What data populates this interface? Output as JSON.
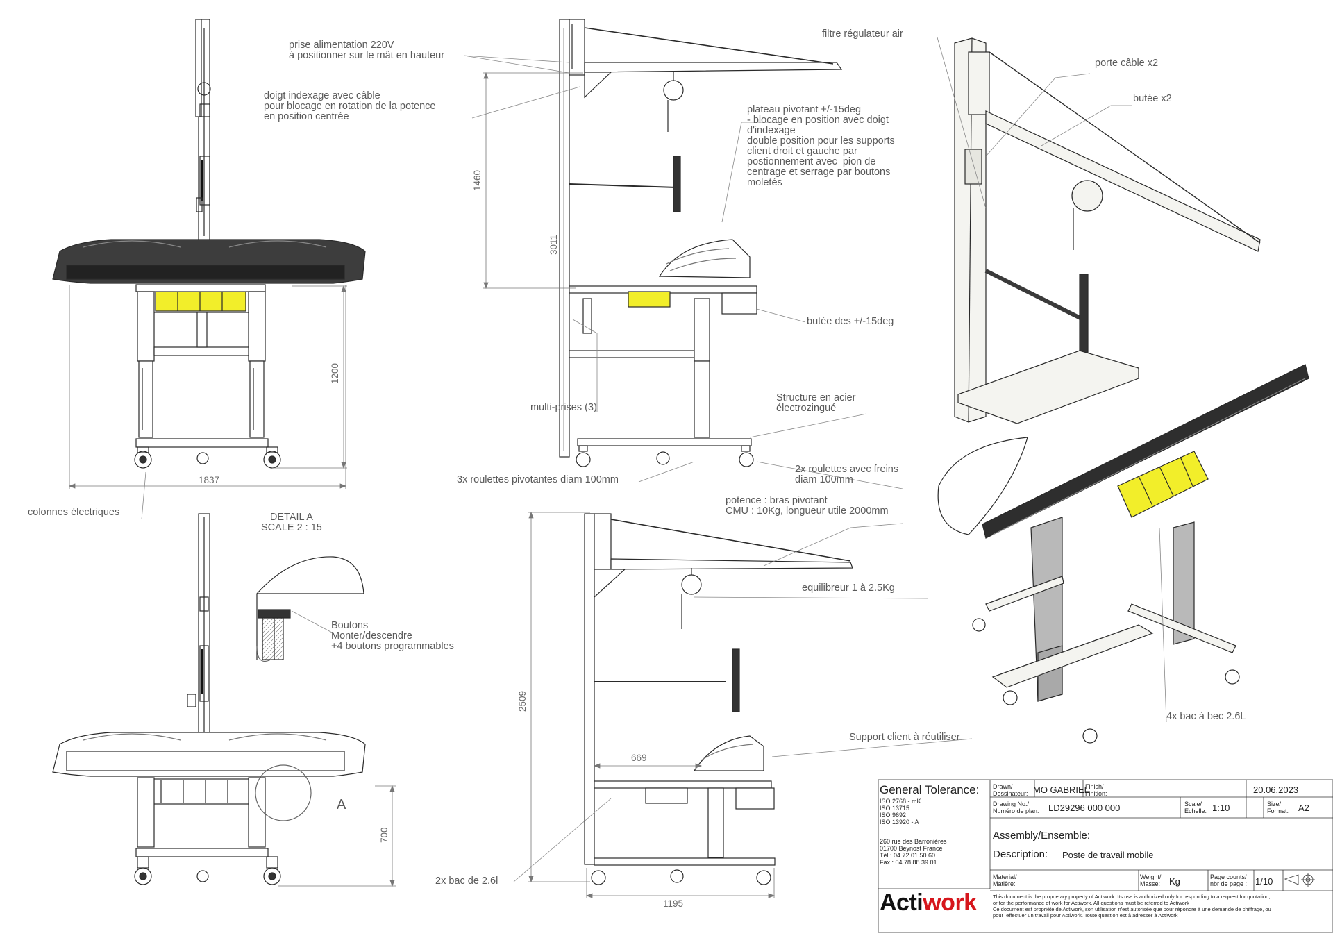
{
  "annotations": {
    "prise": "prise alimentation 220V\nà positionner sur le mât en hauteur",
    "doigt": "doigt indexage avec câble\npour blocage en rotation de la potence\nen position centrée",
    "plateau": "plateau pivotant +/-15deg\n- blocage en position avec doigt\nd'indexage\ndouble position pour les supports\nclient droit et gauche par\npostionnement avec  pion de\ncentrage et serrage par boutons\nmoletés",
    "butee15": "butée des +/-15deg",
    "multiprises": "multi-prises (3)",
    "structure": "Structure en acier\nélectrozingué",
    "roulettes3": "3x roulettes pivotantes diam 100mm",
    "roulettes2": "2x roulettes avec freins\ndiam 100mm",
    "colonnes": "colonnes électriques",
    "detail_title": "DETAIL A\nSCALE 2 : 15",
    "boutons": "Boutons\nMonter/descendre\n+4 boutons programmables",
    "potence": "potence : bras pivotant\nCMU : 10Kg, longueur utile 2000mm",
    "equilibreur": "equilibreur 1 à 2.5Kg",
    "support": "Support client à réutiliser",
    "bac2": "2x bac de 2.6l",
    "filtre": "filtre régulateur air",
    "porte_cable": "porte câble x2",
    "butee_x2": "butée x2",
    "bac4": "4x bac à bec 2.6L",
    "detail_marker": "A"
  },
  "dimensions": {
    "d1460": "1460",
    "d3011": "3011",
    "d1200": "1200",
    "d1837": "1837",
    "d2509": "2509",
    "d669": "669",
    "d700": "700",
    "d1195": "1195"
  },
  "title_block": {
    "general_tolerance": "General Tolerance:",
    "iso": "ISO 2768 - mK\nISO 13715\nISO 9692\nISO 13920 - A",
    "address": "260 rue des Barronières\n01700 Beynost France\nTél : 04 72 01 50 60\nFax : 04 78 88 39 01",
    "drawn_label": "Drawn/\nDessinateur:",
    "drawn_value": "MO GABRIEL",
    "finish_label": "Finish/\nFinition:",
    "date": "20.06.2023",
    "drawing_no_label": "Drawing No./\nNuméro de plan:",
    "drawing_no": "LD29296 000 000",
    "scale_label": "Scale/\nEchelle:",
    "scale": "1:10",
    "size_label": "Size/\nFormat:",
    "size": "A2",
    "assembly_label": "Assembly/Ensemble:",
    "description_label": "Description:",
    "description": "Poste de travail mobile",
    "material_label": "Material/\nMatière:",
    "weight_label": "Weight/\nMasse:",
    "weight_unit": "Kg",
    "pages_label": "Page counts/\nnbr de page :",
    "pages": "1/10",
    "logo_a": "Acti",
    "logo_b": "work",
    "disclaimer": "This document is the proprietary property of Actiwork. Its use is authorized only for responding to a request for quotation,\nor for the performance of work for Actiwork. All questions must be referred to Actiwork\nCe document est propriété de Actiwork, son utilisation n'est autorisée que pour répondre à une demande de chiffrage, ou\npour  effectuer un travail pour Actiwork. Toute question est à adresser à Actiwork"
  },
  "colors": {
    "accent_yellow": "#f2ee2a",
    "logo_red": "#d6161c",
    "line": "#2a2a2a"
  }
}
